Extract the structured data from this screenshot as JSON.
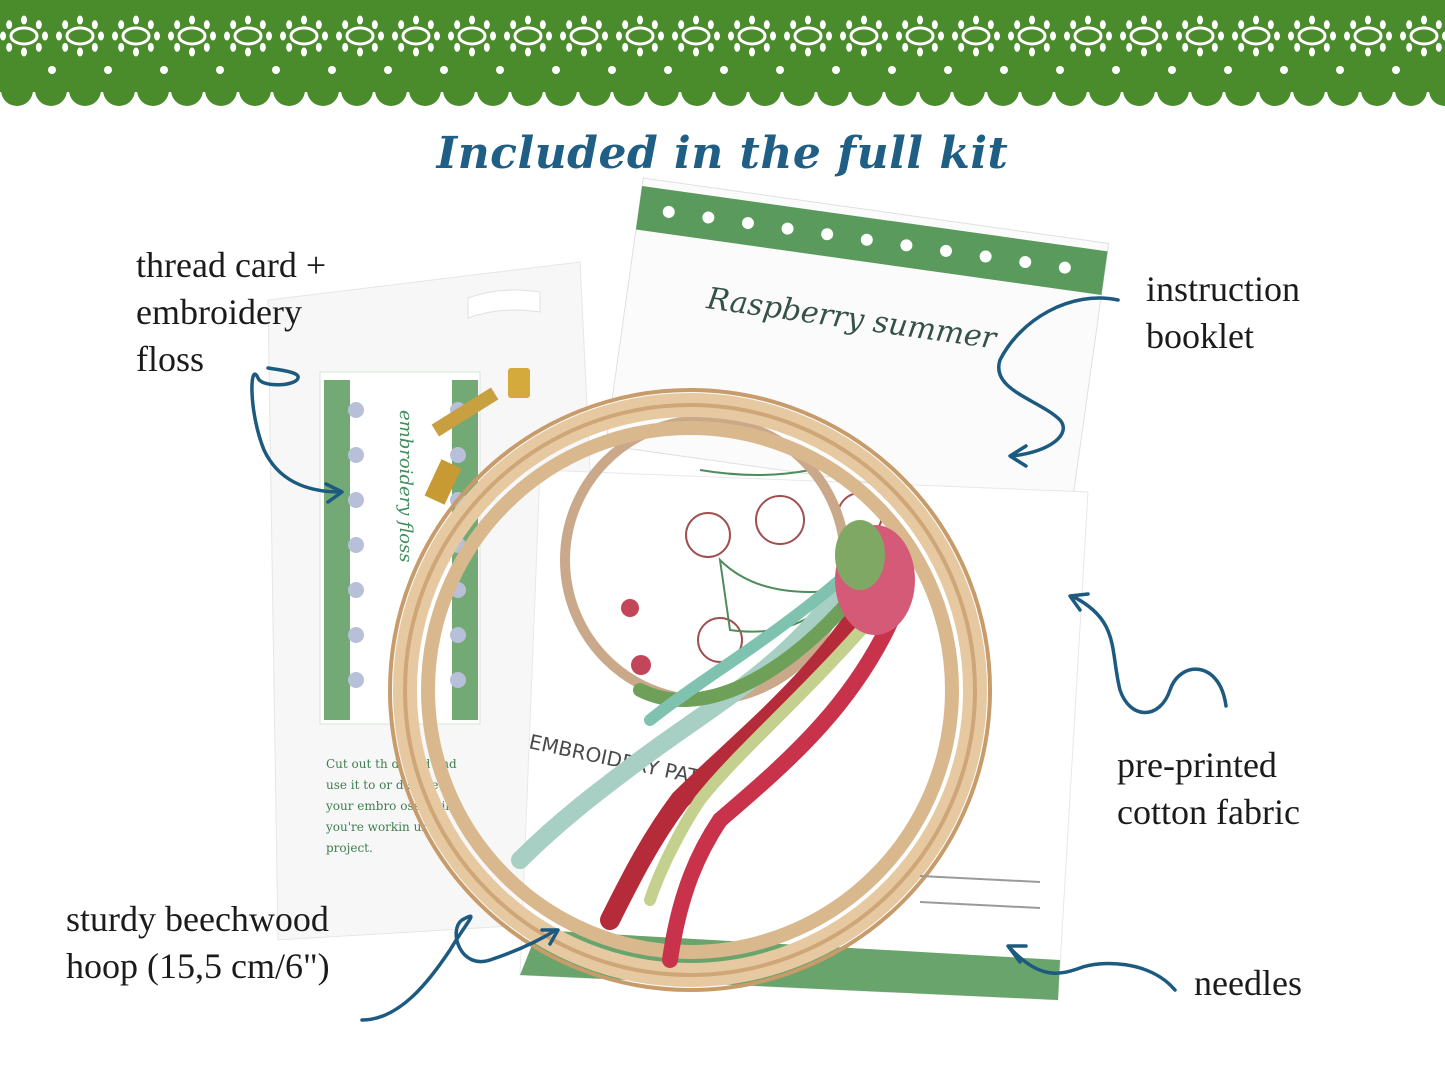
{
  "title": "Included in the full kit",
  "labels": {
    "thread_card": "thread card +\nembroidery\nfloss",
    "instruction_booklet": "instruction\nbooklet",
    "fabric": "pre-printed\ncotton fabric",
    "hoop": "sturdy beechwood\nhoop (15,5 cm/6\")",
    "needles": "needles"
  },
  "booklet": {
    "title": "Raspberry summer"
  },
  "thread_card": {
    "vertical_text": "embroidery floss",
    "instructions": "Cut out th      d card and\nuse it to or         d store\nyour embro        oss while\nyou're workin        ur\nproject."
  },
  "fabric": {
    "edge_text": "EMBROIDERY PATT"
  },
  "colors": {
    "banner_green": "#4a8b2c",
    "arrow_blue": "#1c5a80",
    "title_blue": "#1f5f86",
    "hoop_wood": "#d3ad7f",
    "booklet_green": "#5a9a5d"
  },
  "icons": {
    "arrow": "curly-arrow-icon",
    "lace": "lace-border-icon"
  }
}
